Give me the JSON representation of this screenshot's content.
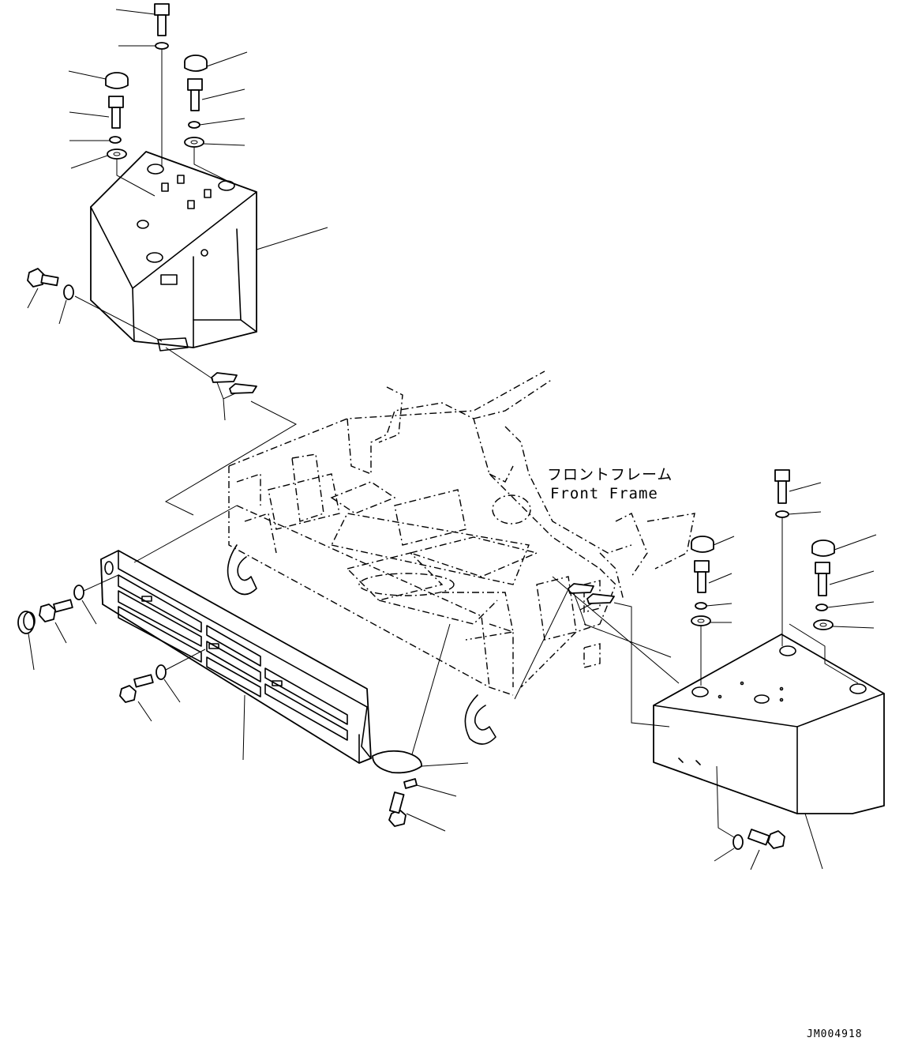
{
  "labels": {
    "frame_jp": "フロントフレーム",
    "frame_en": "Front Frame",
    "drawing_code": "JM004918"
  }
}
